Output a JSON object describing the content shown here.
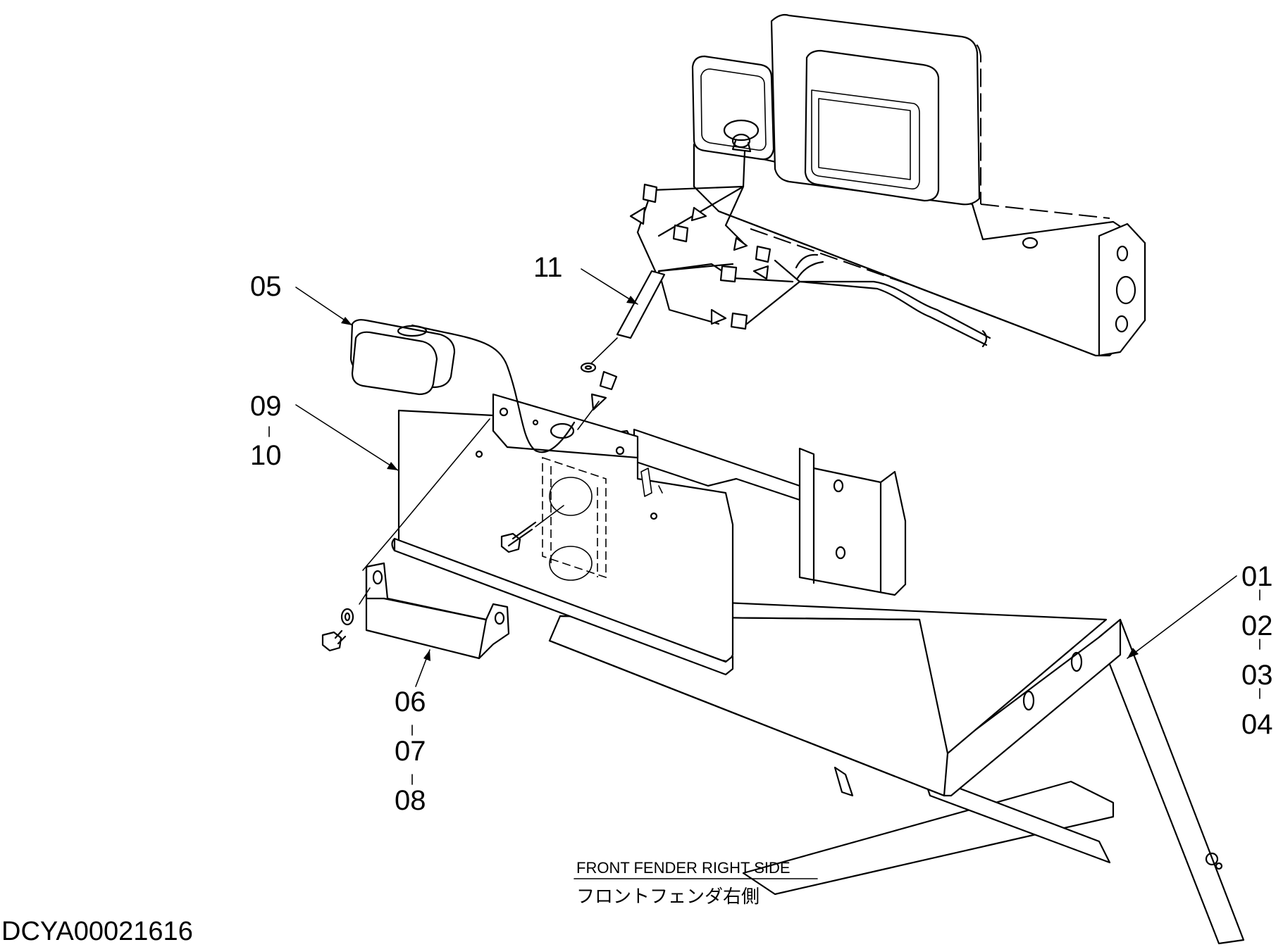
{
  "callouts": {
    "c01": [
      "01",
      "02",
      "03",
      "04"
    ],
    "c05": [
      "05"
    ],
    "c06": [
      "06",
      "07",
      "08"
    ],
    "c09": [
      "09",
      "10"
    ],
    "c11": [
      "11"
    ]
  },
  "caption": {
    "english": "FRONT FENDER RIGHT SIDE",
    "japanese": "フロントフェンダ右側"
  },
  "document_id": "DCYA00021616",
  "icons": [
    "rear-combination-lamp-icon",
    "side-marker-lamp-icon",
    "wire-harness-icon",
    "bolt-icon",
    "washer-icon"
  ]
}
